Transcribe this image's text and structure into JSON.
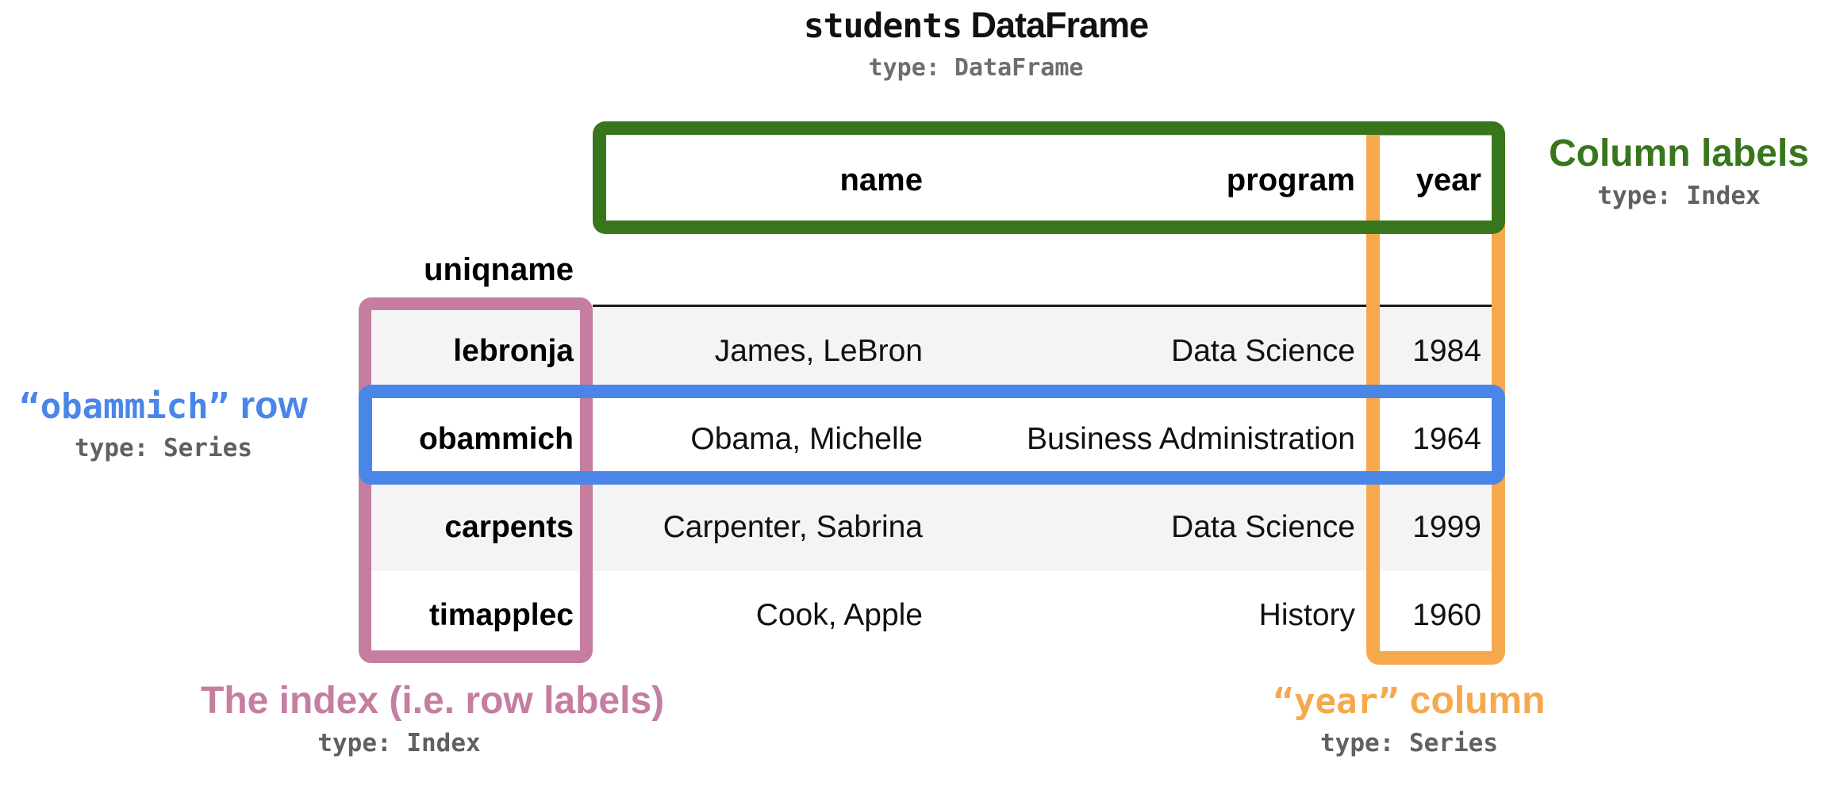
{
  "title": {
    "name_part": "students",
    "rest_part": " DataFrame",
    "type_line": "type: DataFrame"
  },
  "table": {
    "index_header": "uniqname",
    "columns": [
      "name",
      "program",
      "year"
    ],
    "rows": [
      {
        "index": "lebronja",
        "name": "James, LeBron",
        "program": "Data Science",
        "year": "1984"
      },
      {
        "index": "obammich",
        "name": "Obama, Michelle",
        "program": "Business Administration",
        "year": "1964"
      },
      {
        "index": "carpents",
        "name": "Carpenter, Sabrina",
        "program": "Data Science",
        "year": "1999"
      },
      {
        "index": "timapplec",
        "name": "Cook, Apple",
        "program": "History",
        "year": "1960"
      }
    ]
  },
  "annotations": {
    "column_labels": {
      "label": "Column labels",
      "type_line": "type: Index"
    },
    "obammich_row": {
      "quoted": "“obammich”",
      "rest": " row",
      "type_line": "type: Series"
    },
    "row_index": {
      "label": "The index (i.e. row labels)",
      "type_line": "type: Index"
    },
    "year_column": {
      "quoted": "“year”",
      "rest": " column",
      "type_line": "type: Series"
    }
  },
  "colors": {
    "green": "#38761d",
    "blue": "#4a86e8",
    "purple": "#c57da0",
    "orange": "#f6a84d",
    "gray_type_text": "#616161",
    "row_stripe": "#f4f4f4"
  }
}
